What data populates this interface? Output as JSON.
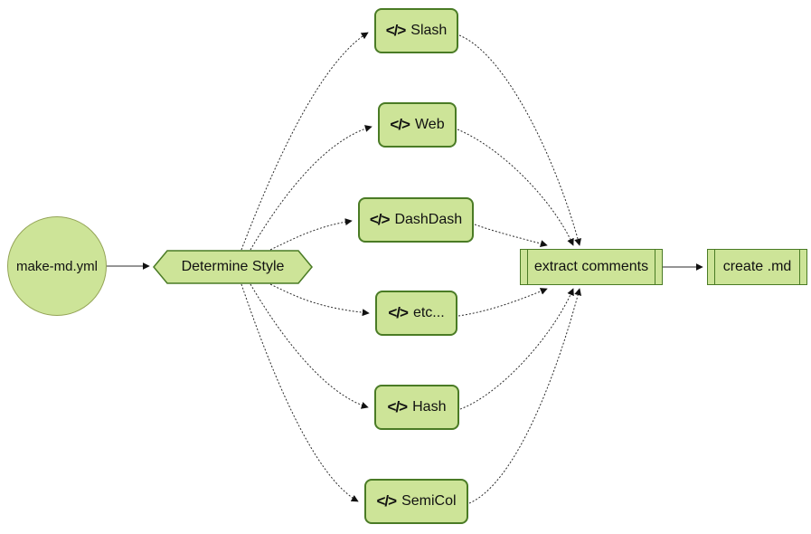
{
  "diagram": {
    "type": "flowchart",
    "direction": "left-to-right",
    "colors": {
      "node_fill": "#cde498",
      "node_border": "#4a7b25",
      "circle_border": "#94a457",
      "edge": "#2b2b2b",
      "text": "#111111",
      "background": "#ffffff"
    },
    "nodes": {
      "start": {
        "label": "make-md.yml",
        "shape": "circle"
      },
      "decision": {
        "label": "Determine Style",
        "shape": "hexagon"
      },
      "styles": [
        {
          "label": "Slash",
          "icon": "code-icon",
          "icon_glyph": "</>"
        },
        {
          "label": "Web",
          "icon": "code-icon",
          "icon_glyph": "</>"
        },
        {
          "label": "DashDash",
          "icon": "code-icon",
          "icon_glyph": "</>"
        },
        {
          "label": "etc...",
          "icon": "code-icon",
          "icon_glyph": "</>"
        },
        {
          "label": "Hash",
          "icon": "code-icon",
          "icon_glyph": "</>"
        },
        {
          "label": "SemiCol",
          "icon": "code-icon",
          "icon_glyph": "</>"
        }
      ],
      "extract": {
        "label": "extract comments",
        "shape": "subroutine"
      },
      "create": {
        "label": "create .md",
        "shape": "subroutine"
      }
    }
  }
}
